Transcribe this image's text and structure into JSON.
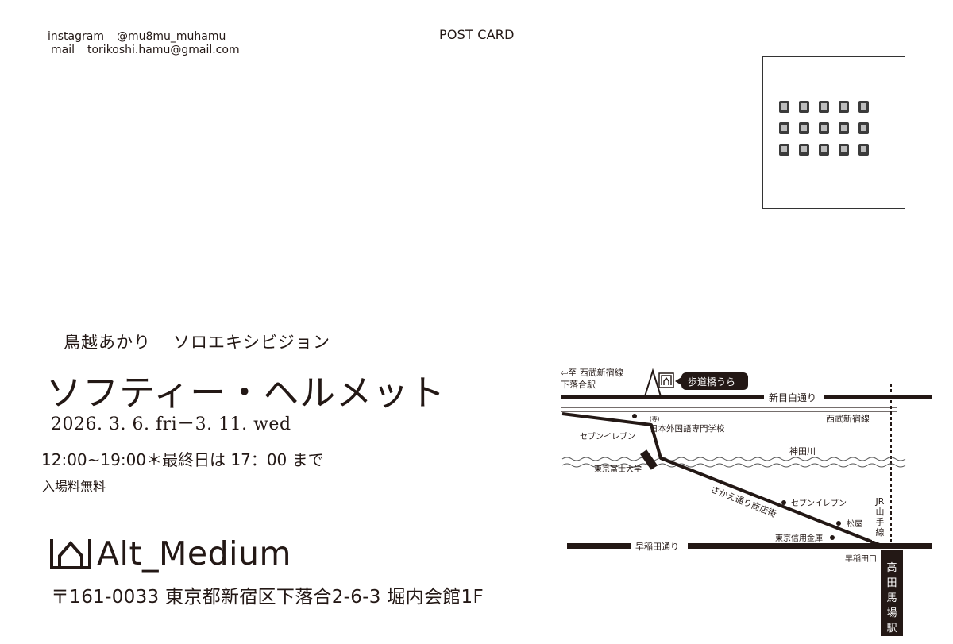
{
  "contact": {
    "instagram_label": "instagram",
    "instagram_handle": "@mu8mu_muhamu",
    "mail_label": "mail",
    "mail_address": "torikoshi.hamu@gmail.com"
  },
  "postcard_label": "POST CARD",
  "exhibition": {
    "artist": "鳥越あかり",
    "kind": "ソロエキシビジョン",
    "title": "ソフティー・ヘルメット",
    "dates": "2026. 3. 6. fri－3. 11. wed",
    "hours": "12:00~19:00＊最終日は 17：00 まで",
    "fee": "入場料無料"
  },
  "venue": {
    "name": "Alt_Medium",
    "address": "〒161-0033 東京都新宿区下落合2-6-3 堀内会館1F"
  },
  "map": {
    "line_direction": "⇦至 西武新宿線",
    "line_station": "下落合駅",
    "callout": "歩道橋うら",
    "road_top": "新目白通り",
    "railway_seibu": "西武新宿線",
    "school_mark": "(専)",
    "school_name": "日本外国語専門学校",
    "seven_eleven_1": "セブンイレブン",
    "river": "神田川",
    "university": "東京富士大学",
    "shopping_street": "さかえ通り商店街",
    "seven_eleven_2": "セブンイレブン",
    "matsuya": "松屋",
    "shinkin": "東京信用金庫",
    "road_bottom": "早稲田通り",
    "intersection": "早稲田口",
    "jr_line": [
      "JR",
      "山",
      "手",
      "線"
    ],
    "station": [
      "高",
      "田",
      "馬",
      "場",
      "駅"
    ]
  },
  "colors": {
    "ink": "#231815",
    "paper": "#ffffff"
  }
}
